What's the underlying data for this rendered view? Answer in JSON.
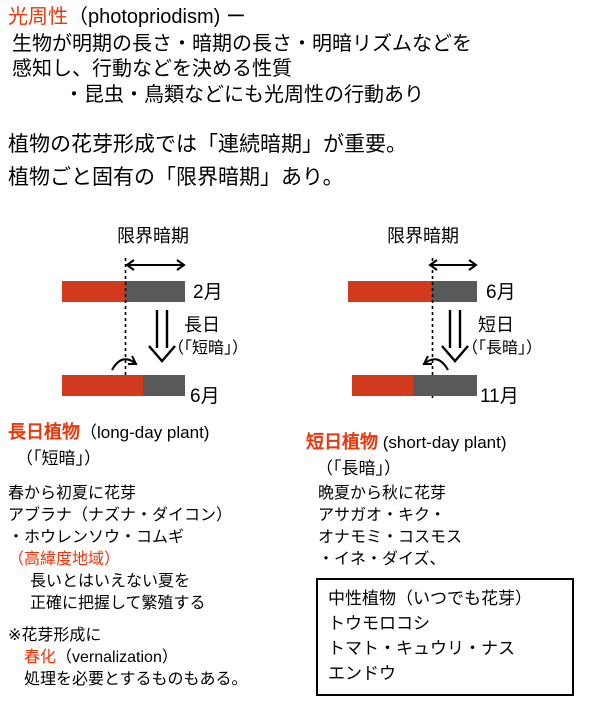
{
  "colors": {
    "accent_red": "#e8380d",
    "bar_red": "#d23a1e",
    "bar_gray": "#595959",
    "text": "#000000"
  },
  "header": {
    "title_red": "光周性",
    "title_rest": "（photopriodism) ー",
    "desc_line1": "生物が明期の長さ・暗期の長さ・明暗リズムなどを",
    "desc_line2": "感知し、行動などを決める性質",
    "desc_line3": "・昆虫・鳥類などにも光周性の行動あり"
  },
  "statement": {
    "line1": "植物の花芽形成では「連続暗期」が重要。",
    "line2": "植物ごと固有の「限界暗期」あり。"
  },
  "long_day": {
    "critical_label": "限界暗期",
    "top_month": "2月",
    "transition": "長日",
    "transition_note": "（「短暗」）",
    "bottom_month": "6月",
    "name": "長日植物",
    "name_en": "（long-day plant)",
    "name_note": "（「短暗」）",
    "notes": [
      "春から初夏に花芽",
      "アブラナ（ナズナ・ダイコン）",
      "・ホウレンソウ・コムギ",
      "（高緯度地域）",
      "長いとはいえない夏を",
      "正確に把握して繁殖する"
    ],
    "footnote_line1": "※花芽形成に",
    "footnote_red": "春化",
    "footnote_rest": "（vernalization）",
    "footnote_line3": "処理を必要とするものもある。"
  },
  "short_day": {
    "critical_label": "限界暗期",
    "top_month": "6月",
    "transition": "短日",
    "transition_note": "（「長暗」）",
    "bottom_month": "11月",
    "name": "短日植物",
    "name_en": " (short-day plant)",
    "name_note": "（「長暗」）",
    "notes": [
      "晩夏から秋に花芽",
      "アサガオ・キク・",
      "オナモミ・コスモス",
      "・イネ・ダイズ、"
    ]
  },
  "neutral_box": {
    "lines": [
      "中性植物（いつでも花芽）",
      "トウモロコシ",
      "トマト・キュウリ・ナス",
      "エンドウ"
    ]
  }
}
